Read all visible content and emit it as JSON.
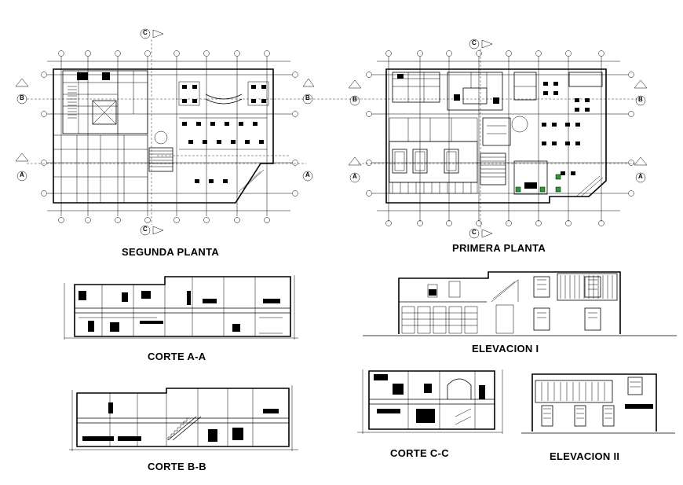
{
  "drawing": {
    "titles": {
      "segunda_planta": "SEGUNDA PLANTA",
      "primera_planta": "PRIMERA PLANTA",
      "corte_aa": "CORTE A-A",
      "corte_bb": "CORTE B-B",
      "corte_cc": "CORTE C-C",
      "elevacion_1": "ELEVACION I",
      "elevacion_2": "ELEVACION II"
    },
    "section_markers": {
      "a": "A",
      "b": "B",
      "c": "C"
    },
    "colors": {
      "lines": "#000000",
      "background": "#ffffff",
      "accent_green": "#2c9a36"
    }
  }
}
